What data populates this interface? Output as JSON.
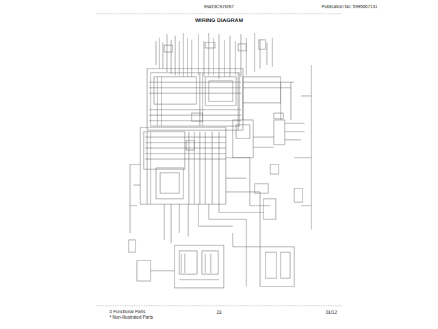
{
  "diagram": {
    "title": "WIRING DIAGRAM",
    "labels": [
      "EW23CS70IS7",
      "Publication No: 5995667131",
      "# Functional Parts",
      "* Non-Illustrated Parts",
      "23",
      "01/12"
    ]
  }
}
